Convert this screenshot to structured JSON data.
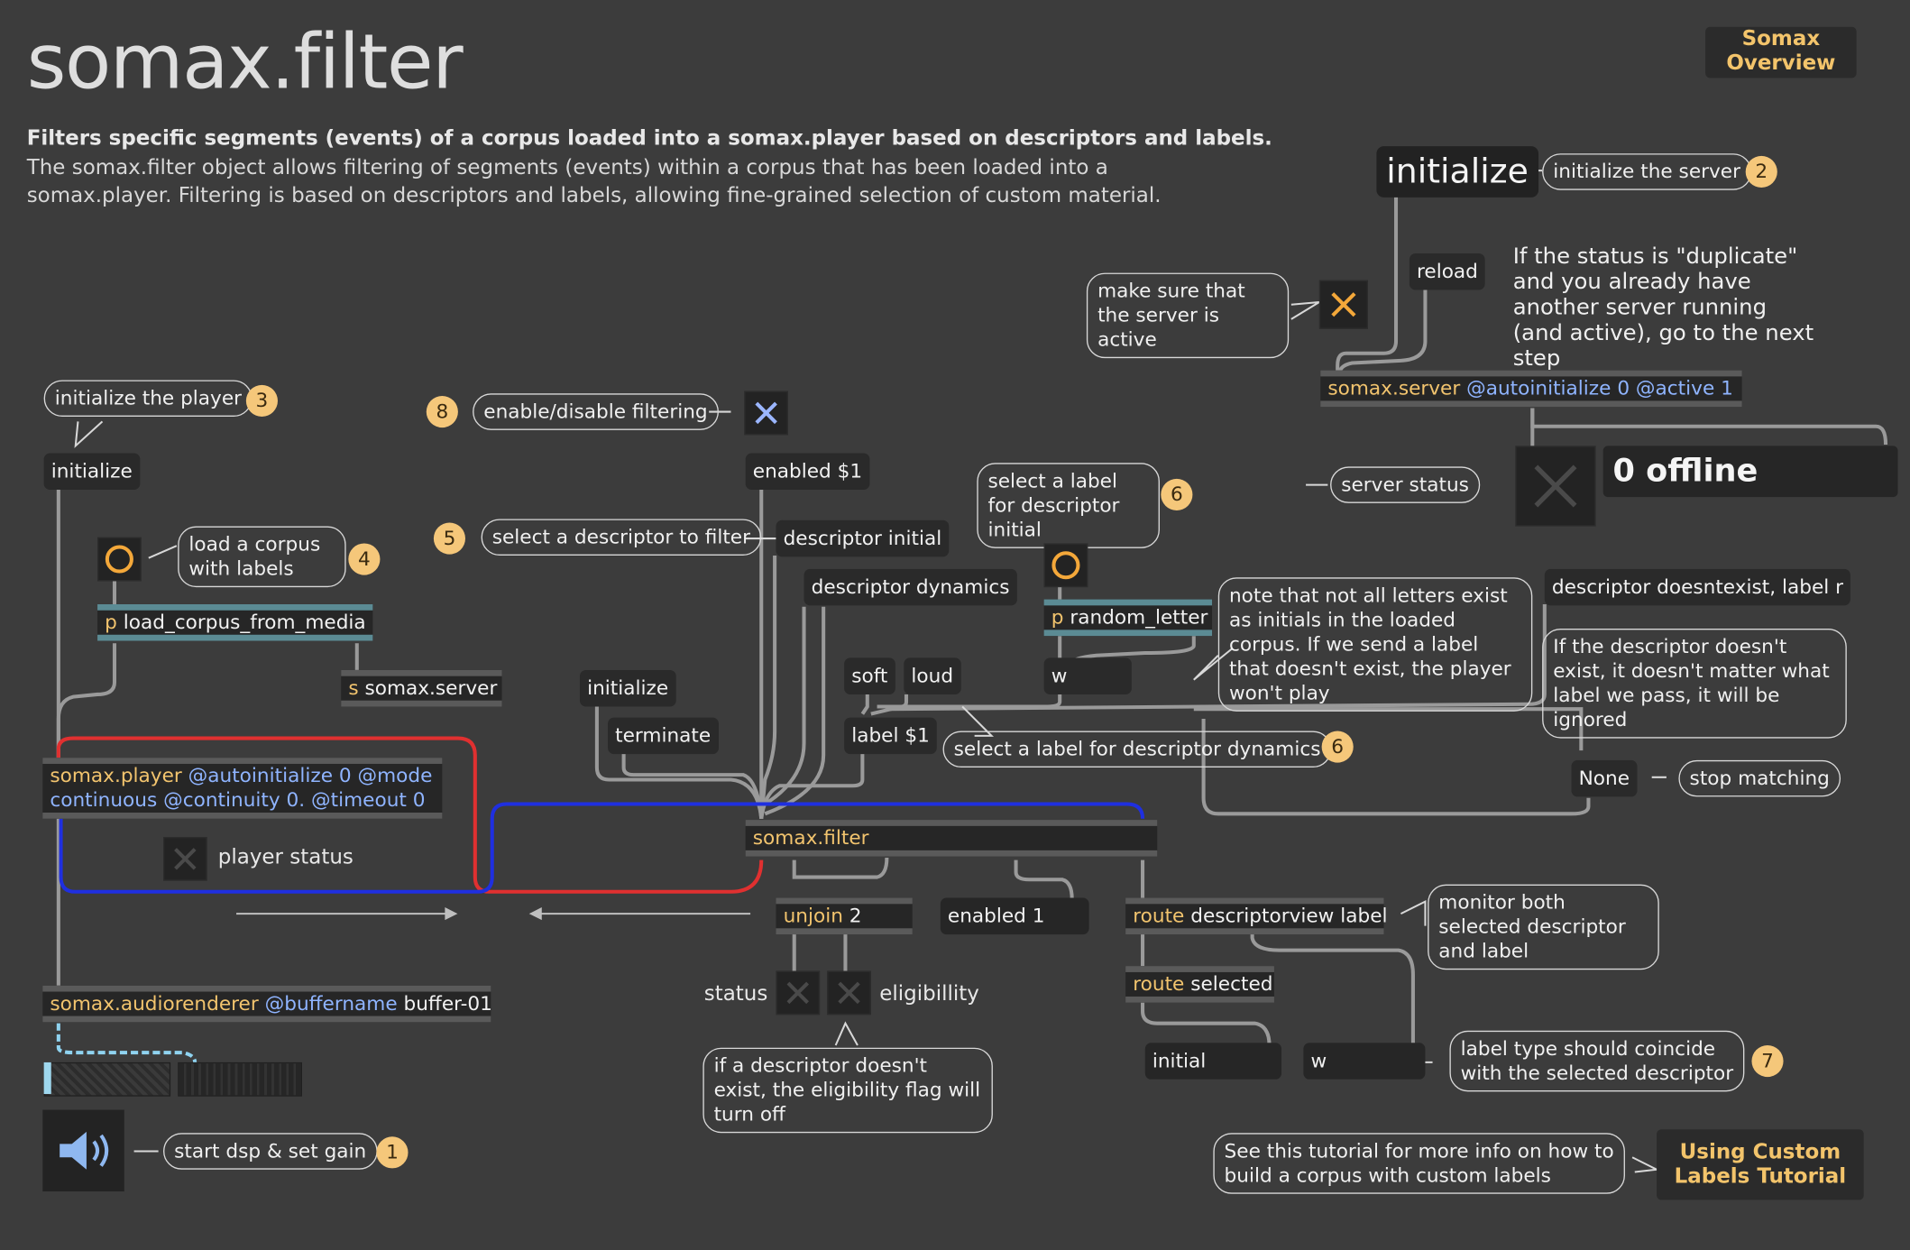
{
  "header": {
    "title": "somax.filter",
    "subtitle": "Filters specific segments (events) of a corpus loaded into a somax.player based on descriptors and labels.",
    "description": "The somax.filter object allows filtering of segments (events) within a corpus that has been loaded into a somax.player. Filtering is based on descriptors and labels, allowing fine-grained selection of custom material.",
    "overview_button": "Somax Overview"
  },
  "server": {
    "initialize_msg": "initialize",
    "initialize_comment": "initialize the server",
    "step": "2",
    "reload_msg": "reload",
    "active_comment": "make sure that the server is active",
    "duplicate_note": "If the status is \"duplicate\" and you already have another server running (and active), go to the next step",
    "object_name": "somax.server",
    "object_args": "@autoinitialize 0 @active 1",
    "status_comment": "server status",
    "status_display": "0 offline"
  },
  "player": {
    "init_comment": "initialize the player",
    "step": "3",
    "initialize_msg": "initialize",
    "load_comment": "load a corpus with labels",
    "load_step": "4",
    "load_subpatch": "load_corpus_from_media",
    "send_server": "somax.server",
    "object_name": "somax.player",
    "object_args_line1": "@autoinitialize 0 @mode",
    "object_args_line2": "continuous @continuity 0. @timeout 0",
    "status_label": "player status"
  },
  "filter": {
    "enable_step": "8",
    "enable_comment": "enable/disable filtering",
    "enabled_msg": "enabled $1",
    "descriptor_step": "5",
    "descriptor_comment": "select a descriptor to filter",
    "descriptor_initial_msg": "descriptor initial",
    "descriptor_dynamics_msg": "descriptor dynamics",
    "label_initial_comment": "select a label for descriptor initial",
    "label_initial_step": "6",
    "random_letter": "random_letter",
    "w_msg": "w",
    "letters_note": "note that not all letters exist as initials in the loaded corpus. If we send a label that doesn't exist, the player won't play",
    "initialize_msg": "initialize",
    "terminate_msg": "terminate",
    "soft_msg": "soft",
    "loud_msg": "loud",
    "label_msg": "label $1",
    "label_dynamics_comment": "select a label for descriptor dynamics",
    "label_dynamics_step": "6",
    "doesntexist_msg": "descriptor doesntexist, label r",
    "doesntexist_comment": "If the descriptor doesn't exist, it doesn't matter what label we pass, it will be ignored",
    "none_msg": "None",
    "none_comment": "stop matching",
    "object_name": "somax.filter"
  },
  "outputs": {
    "unjoin": "unjoin",
    "unjoin_arg": "2",
    "enabled_display": "enabled 1",
    "route_dv": "route",
    "route_dv_args": "descriptorview label",
    "monitor_comment": "monitor both selected descriptor and label",
    "route_sel": "route",
    "route_sel_args": "selected",
    "status_label": "status",
    "eligibility_label": "eligibillity",
    "eligibility_comment": "if a descriptor doesn't exist, the eligibility flag will turn off",
    "descriptor_display": "initial",
    "label_display": "w",
    "label_type_comment": "label type should coincide with the selected descriptor",
    "label_type_step": "7",
    "tutorial_comment": "See this tutorial for more info on how to build a corpus with custom labels",
    "tutorial_button": "Using Custom Labels Tutorial"
  },
  "audio": {
    "renderer_name": "somax.audiorenderer",
    "renderer_args_attr": "@buffername",
    "renderer_args_val": "buffer-01",
    "dsp_comment": "start dsp & set gain",
    "dsp_step": "1"
  },
  "icons": {
    "server_toggle": "x-toggle-on",
    "filter_toggle": "x-toggle-on",
    "load_button": "bang-circle",
    "letter_button": "bang-circle",
    "speaker": "speaker-icon"
  },
  "colors": {
    "background": "#3c3c3c",
    "accent": "#f5c77a",
    "keyword": "#f2c46e",
    "attribute": "#8fb4ff",
    "wire_red": "#e03030",
    "wire_blue": "#1f2fe0",
    "toggle_orange": "#f4a83a",
    "toggle_blue": "#9bb6ff"
  }
}
